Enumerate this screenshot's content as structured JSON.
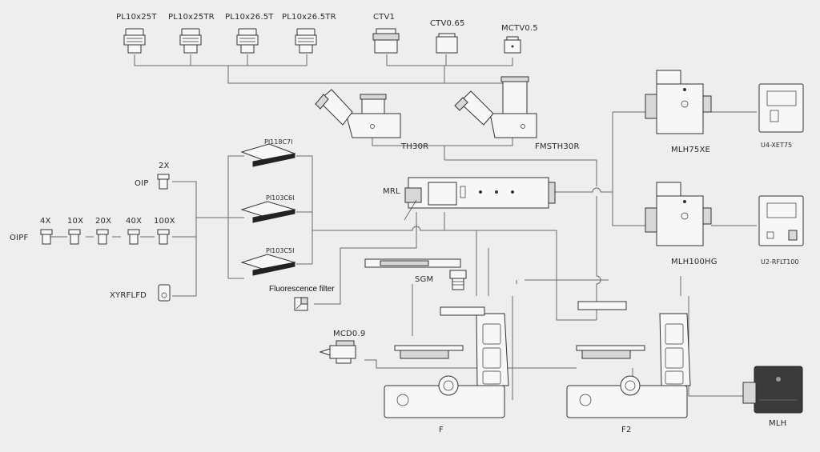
{
  "colors": {
    "background": "#eeeeee",
    "line": "#6a6a6a",
    "part": "#333333"
  },
  "labels": {
    "eyepiece_1": "PL10x25T",
    "eyepiece_2": "PL10x25TR",
    "eyepiece_3": "PL10x26.5T",
    "eyepiece_4": "PL10x26.5TR",
    "ctv1": "CTV1",
    "ctv065": "CTV0.65",
    "mctv05": "MCTV0.5",
    "th30r": "TH30R",
    "fmsth30r": "FMSTH30R",
    "mlh75xe": "MLH75XE",
    "u4xet75": "U4-XET75",
    "mlh100hg": "MLH100HG",
    "u2rflt100": "U2-RFLT100",
    "mrl": "MRL",
    "pi118": "PI118C7I",
    "pi103c6": "PI103C6I",
    "pi103c5": "PI103C5I",
    "fluor": "Fluorescence filter",
    "oip": "OIP",
    "x2": "2X",
    "oipf": "OIPF",
    "x4": "4X",
    "x10": "10X",
    "x20": "20X",
    "x40": "40X",
    "x100": "100X",
    "xyrflfd": "XYRFLFD",
    "sgm": "SGM",
    "mcd": "MCD0.9",
    "f": "F",
    "f2": "F2",
    "mlh": "MLH"
  }
}
